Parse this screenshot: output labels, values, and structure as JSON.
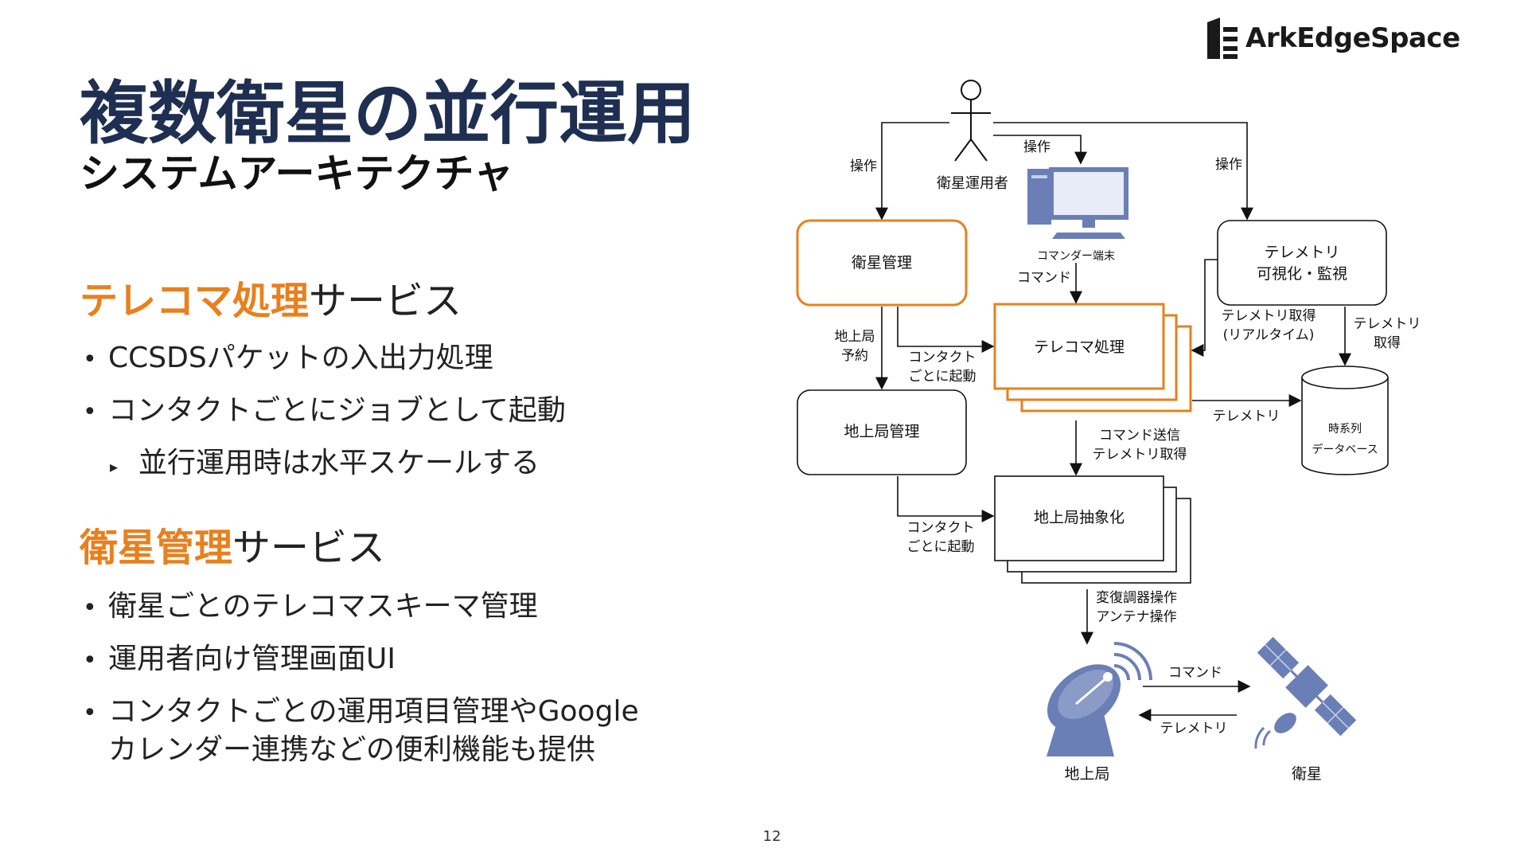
{
  "brand": {
    "name": "ArkEdgeSpace"
  },
  "title": "複数衛星の並行運用",
  "subtitle": "システムアーキテクチャ",
  "sections": [
    {
      "accent": "テレコマ処理",
      "rest": "サービス",
      "bullets": [
        "CCSDSパケットの入出力処理",
        "コンタクトごとにジョブとして起動",
        "並行運用時は水平スケールする"
      ]
    },
    {
      "accent": "衛星管理",
      "rest": "サービス",
      "bullets": [
        "衛星ごとのテレコマスキーマ管理",
        "運用者向け管理画面UI",
        "コンタクトごとの運用項目管理やGoogle",
        "カレンダー連携などの便利機能も提供"
      ]
    }
  ],
  "diagram": {
    "operator": "衛星運用者",
    "terminal": "コマンダー端末",
    "sat_mgmt": "衛星管理",
    "telecom": "テレコマ処理",
    "gs_mgmt": "地上局管理",
    "gs_abstract": "地上局抽象化",
    "telemetry_view": [
      "テレメトリ",
      "可視化・監視"
    ],
    "tsdb": [
      "時系列",
      "データベース"
    ],
    "ground_station": "地上局",
    "satellite": "衛星",
    "edge_labels": {
      "op_left": "操作",
      "op_mid": "操作",
      "op_right": "操作",
      "command_term": "コマンド",
      "gs_reserve": [
        "地上局",
        "予約"
      ],
      "contact_start_1": [
        "コンタクト",
        "ごとに起動"
      ],
      "contact_start_2": [
        "コンタクト",
        "ごとに起動"
      ],
      "tlm_get_rt": [
        "テレメトリ取得",
        "(リアルタイム)"
      ],
      "tlm_get": [
        "テレメトリ",
        "取得"
      ],
      "tlm_store": "テレメトリ",
      "cmd_send": [
        "コマンド送信",
        "テレメトリ取得"
      ],
      "modem_ops": [
        "変復調器操作",
        "アンテナ操作"
      ],
      "uplink": "コマンド",
      "downlink": "テレメトリ"
    }
  },
  "page_number": "12",
  "colors": {
    "navy": "#1f2f52",
    "orange": "#e8801e",
    "blue_icon": "#6a7fb5"
  }
}
